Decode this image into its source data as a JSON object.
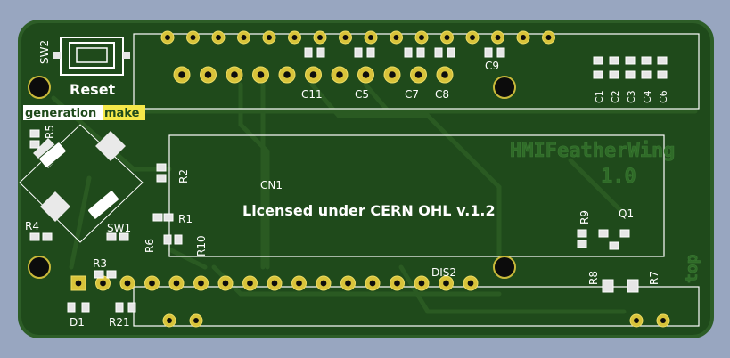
{
  "board": {
    "colors": {
      "background": "#98a6c0",
      "soldermask": "#1f4a1b",
      "soldermask_edge": "#2d5d27",
      "copper_trace": "#2a5a22",
      "pad_gold": "#d8c33a",
      "silkscreen": "#ffffff",
      "logo_yellow": "#f5e84a"
    },
    "reset_label": "Reset",
    "logo": {
      "left": "generation",
      "right": "make"
    },
    "center_text": "Licensed under CERN OHL v.1.2",
    "title_embossed": "HMIFeatherWing",
    "version_embossed": "1.0",
    "side_embossed": "top",
    "refs": {
      "sw2": "SW2",
      "r5": "R5",
      "r4": "R4",
      "sw1": "SW1",
      "r3": "R3",
      "d1": "D1",
      "r21": "R21",
      "r2": "R2",
      "r1": "R1",
      "r6": "R6",
      "r10": "R10",
      "cn1": "CN1",
      "dis2": "DIS2",
      "r9": "R9",
      "q1": "Q1",
      "r8": "R8",
      "r7": "R7",
      "c11": "C11",
      "c5": "C5",
      "c7": "C7",
      "c8": "C8",
      "c9": "C9",
      "c1": "C1",
      "c2": "C2",
      "c3": "C3",
      "c4": "C4",
      "c6": "C6"
    }
  }
}
